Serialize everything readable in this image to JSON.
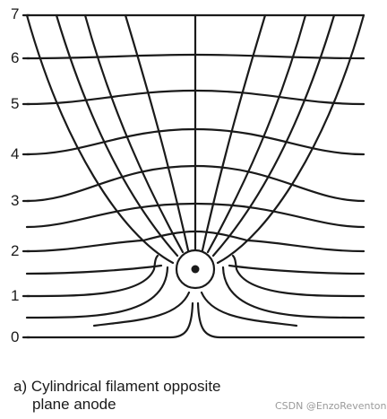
{
  "y_ticks": [
    "7",
    "6",
    "5",
    "4",
    "3",
    "2",
    "1",
    "0"
  ],
  "caption": {
    "line1": "a) Cylindrical filament opposite",
    "line2": "plane anode"
  },
  "watermark": "CSDN @EnzoReventon",
  "colors": {
    "stroke": "#1a1a1a",
    "background": "#ffffff"
  }
}
